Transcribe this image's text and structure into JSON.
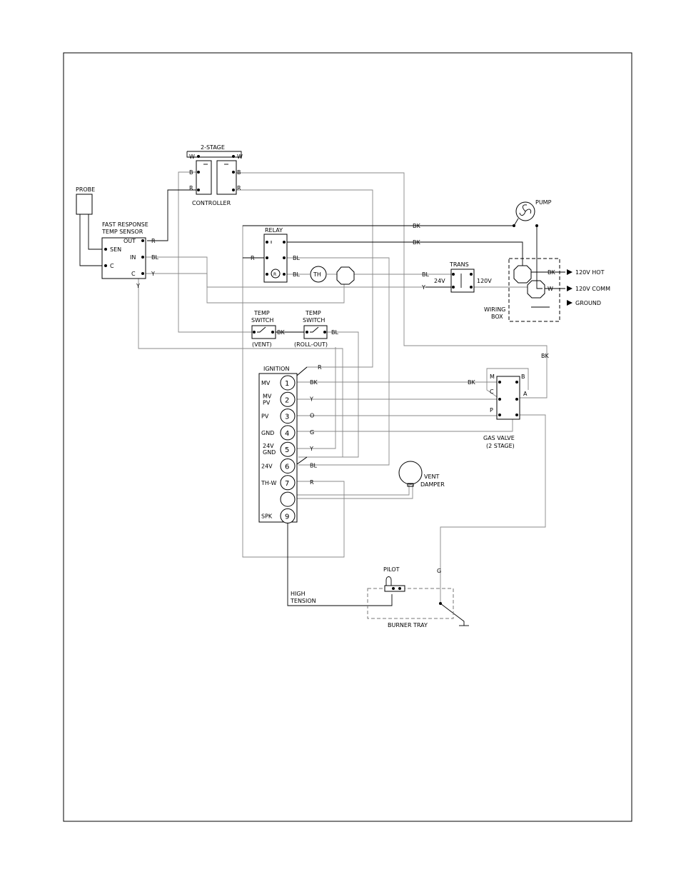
{
  "components": {
    "probe": "PROBE",
    "sensor_line1": "FAST RESPONSE",
    "sensor_line2": "TEMP SENSOR",
    "sensor_out": "OUT",
    "sensor_sen": "SEN",
    "sensor_in": "IN",
    "sensor_c_left": "C",
    "sensor_c_right": "C",
    "controller_title": "2-STAGE",
    "controller_label": "CONTROLLER",
    "relay": "RELAY",
    "relay_r_coil": "R",
    "thermostat": "TH",
    "trans": "TRANS",
    "trans_24v": "24V",
    "trans_120v": "120V",
    "pump": "PUMP",
    "wiring_box_line1": "WIRING",
    "wiring_box_line2": "BOX",
    "hot": "120V HOT",
    "comm": "120V COMM",
    "ground": "GROUND",
    "vent_switch_line1": "TEMP",
    "vent_switch_line2": "SWITCH",
    "vent_switch_name": "(VENT)",
    "rollout_switch_line1": "TEMP",
    "rollout_switch_line2": "SWITCH",
    "rollout_switch_name": "(ROLL-OUT)",
    "ignition": "IGNITION",
    "gas_valve_line1": "GAS VALVE",
    "gas_valve_line2": "(2 STAGE)",
    "gv_m": "M",
    "gv_b": "B",
    "gv_c": "C",
    "gv_a": "A",
    "gv_p": "P",
    "vent_damper_line1": "VENT",
    "vent_damper_line2": "DAMPER",
    "pilot": "PILOT",
    "high_tension_line1": "HIGH",
    "high_tension_line2": "TENSION",
    "burner_tray": "BURNER TRAY"
  },
  "controller_terminals": {
    "w_left": "W",
    "b_left": "B",
    "r_left": "R",
    "w_right": "W",
    "b_right": "B",
    "r_right": "R"
  },
  "ignition_terminals": [
    {
      "label": "MV",
      "label2": "",
      "num": "1",
      "wire": "BK"
    },
    {
      "label": "MV",
      "label2": "PV",
      "num": "2",
      "wire": "Y"
    },
    {
      "label": "PV",
      "label2": "",
      "num": "3",
      "wire": "O"
    },
    {
      "label": "GND",
      "label2": "",
      "num": "4",
      "wire": "G"
    },
    {
      "label": "24V",
      "label2": "GND",
      "num": "5",
      "wire": "Y"
    },
    {
      "label": "24V",
      "label2": "",
      "num": "6",
      "wire": "BL"
    },
    {
      "label": "TH-W",
      "label2": "",
      "num": "7",
      "wire": "R"
    },
    {
      "label": "",
      "label2": "",
      "num": "",
      "wire": ""
    },
    {
      "label": "SPK",
      "label2": "",
      "num": "9",
      "wire": ""
    }
  ],
  "wire_labels": {
    "sensor_out": "R",
    "sensor_in": "BL",
    "sensor_c": "Y",
    "sensor_down": "Y",
    "relay_top_right": "BK",
    "relay_mid_right": "BK",
    "relay_left": "R",
    "relay_bl_top": "BL",
    "relay_bl_low": "BL",
    "trans_bl": "BL",
    "trans_y": "Y",
    "box_bk": "BK",
    "box_w": "W",
    "switch_bk": "BK",
    "switch_bl": "BL",
    "ignition_r_top": "R",
    "right_bk": "BK",
    "gas_valve_bk": "BK",
    "ground_g": "G"
  }
}
